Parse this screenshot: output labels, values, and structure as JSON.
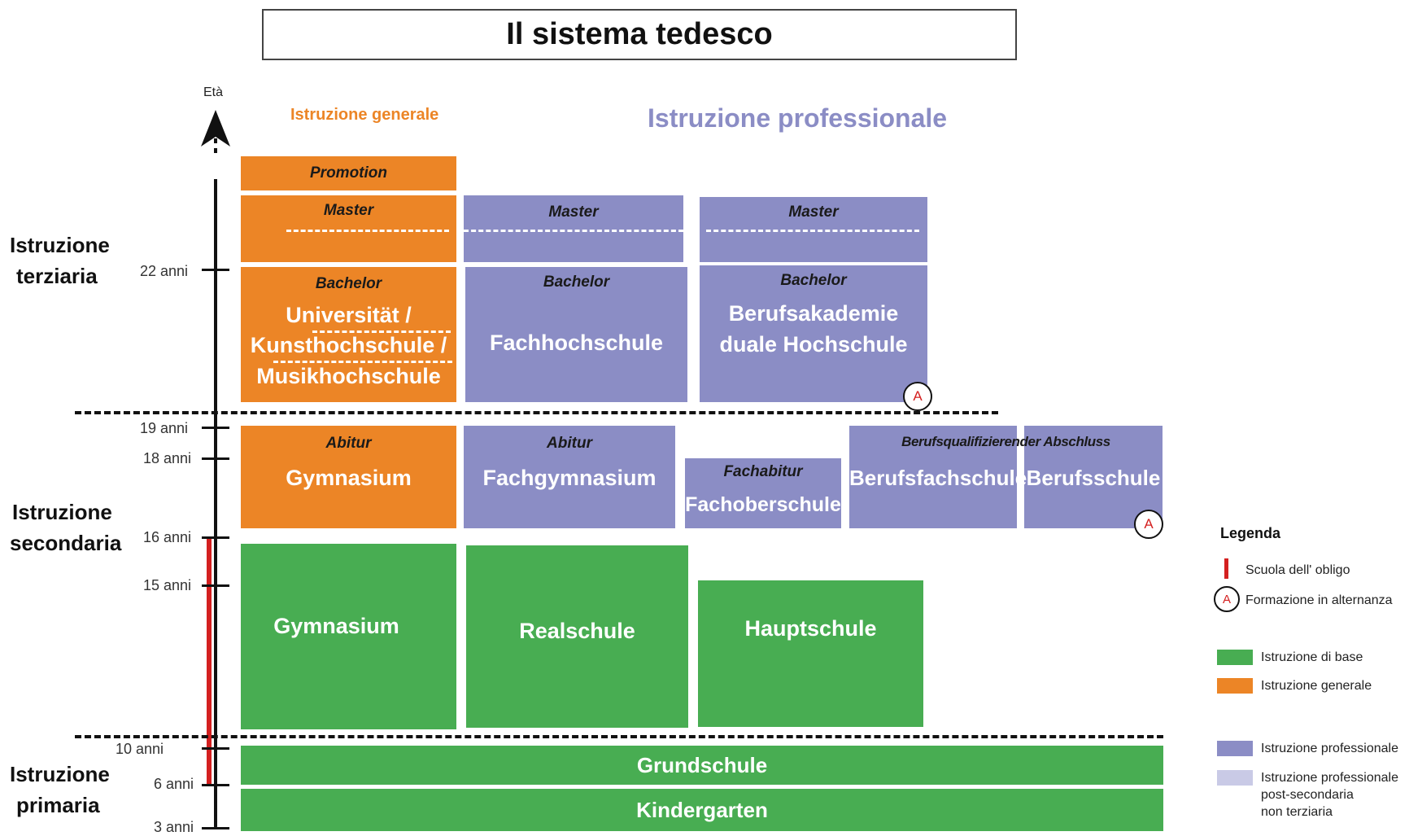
{
  "title": "Il sistema  tedesco",
  "axis_label": "Età",
  "header_general": "Istruzione generale",
  "header_professional": "Istruzione professionale",
  "levels": {
    "tertiary": [
      "Istruzione",
      "terziaria"
    ],
    "secondary": [
      "Istruzione",
      "secondaria"
    ],
    "primary": [
      "Istruzione",
      "primaria"
    ]
  },
  "ages": [
    "22 anni",
    "19 anni",
    "18 anni",
    "16 anni",
    "15 anni",
    "10 anni",
    "6 anni",
    "3 anni"
  ],
  "blocks": {
    "promotion": "Promotion",
    "master_general": "Master",
    "master_fh": "Master",
    "master_ba": "Master",
    "bachelor_uni": "Bachelor",
    "uni_lines": [
      "Universität /",
      "Kunsthochschule /",
      "Musikhochschule"
    ],
    "bachelor_fh": "Bachelor",
    "fh_name": "Fachhochschule",
    "bachelor_ba": "Bachelor",
    "ba_lines": [
      "Berufsakademie",
      "duale Hochschule"
    ],
    "abitur_gym": "Abitur",
    "gymnasium_upper": "Gymnasium",
    "abitur_fg": "Abitur",
    "fachgymnasium": "Fachgymnasium",
    "fachabitur": "Fachabitur",
    "fachoberschule": "Fachoberschule",
    "berufsqual": "Berufsqualifizierender Abschluss",
    "berufsfachschule": "Berufsfachschule",
    "berufsschule": "Berufsschule",
    "gymnasium_lower": "Gymnasium",
    "realschule": "Realschule",
    "hauptschule": "Hauptschule",
    "grundschule": "Grundschule",
    "kindergarten": "Kindergarten"
  },
  "alternanza_marker": "A",
  "legend": {
    "title": "Legenda",
    "compulsory": "Scuola dell' obligo",
    "alternanza": "Formazione in alternanza",
    "base": "Istruzione di base",
    "general": "Istruzione generale",
    "professional": "Istruzione professionale",
    "post_secondary": [
      "Istruzione professionale",
      "post-secondaria",
      "non terziaria"
    ]
  },
  "colors": {
    "general": "#ec8526",
    "professional": "#8b8dc5",
    "base": "#48ad52",
    "post_secondary": "#c9cae6",
    "compulsory": "#d42020"
  }
}
